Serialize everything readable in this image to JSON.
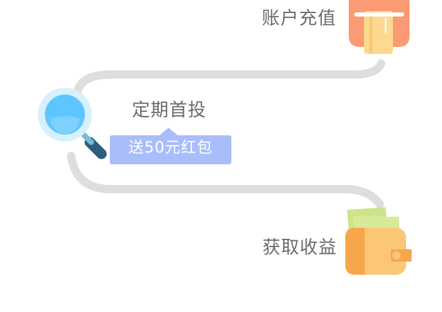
{
  "steps": [
    {
      "label": "账户充值",
      "icon": "card-icon"
    },
    {
      "label": "定期首投",
      "icon": "search-icon",
      "badge": "送50元红包"
    },
    {
      "label": "获取收益",
      "icon": "wallet-icon"
    }
  ],
  "colors": {
    "track": "#dedede",
    "label": "#6b6b6b",
    "badge": "#a9bdfb",
    "card": "#fc9a73",
    "magnifier": "#6ec9ff",
    "wallet": "#fcc677"
  }
}
